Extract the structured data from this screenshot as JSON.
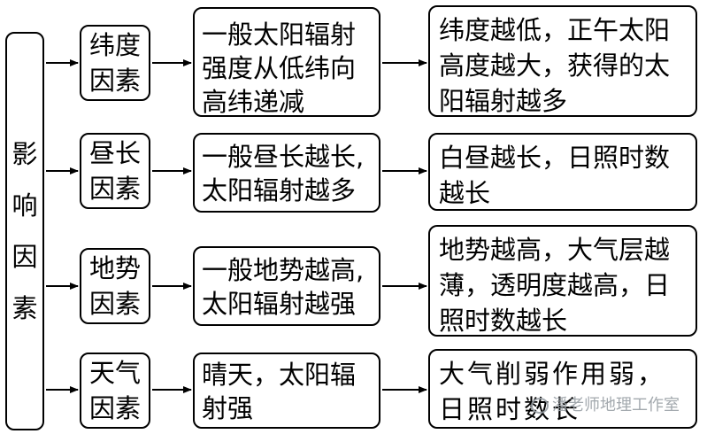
{
  "root": {
    "chars": [
      "影",
      "响",
      "因",
      "素"
    ]
  },
  "rows": [
    {
      "factor": [
        "纬度",
        "因素"
      ],
      "mid": [
        "一般太阳辐射",
        "强度从低纬向",
        "高纬递减"
      ],
      "result": [
        "纬度越低，正午太阳",
        "高度越大，获得的太",
        "阳辐射越多"
      ]
    },
    {
      "factor": [
        "昼长",
        "因素"
      ],
      "mid": [
        "一般昼长越长,",
        "太阳辐射越多"
      ],
      "result": [
        "白昼越长，日照时数",
        "越长"
      ]
    },
    {
      "factor": [
        "地势",
        "因素"
      ],
      "mid": [
        "一般地势越高,",
        "太阳辐射越强"
      ],
      "result": [
        "地势越高，大气层越",
        "薄，透明度越高，日",
        "照时数越长"
      ]
    },
    {
      "factor": [
        "天气",
        "因素"
      ],
      "mid": [
        "晴天，太阳辐",
        "射强"
      ],
      "result": [
        "大气削弱作用弱，",
        "日照时数长"
      ]
    }
  ],
  "watermark": "潘老师地理工作室"
}
